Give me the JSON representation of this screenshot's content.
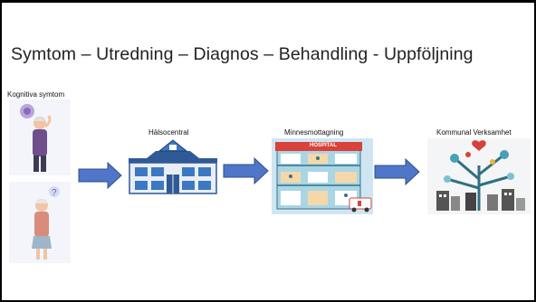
{
  "slide": {
    "title": "Symtom – Utredning – Diagnos – Behandling - Uppföljning"
  },
  "steps": [
    {
      "label": "Kognitiva symtom",
      "icon": "elderly-people-confused-icon"
    },
    {
      "label": "Hälsocentral",
      "icon": "health-center-building-icon"
    },
    {
      "label": "Minnesmottagning",
      "icon": "hospital-building-icon"
    },
    {
      "label": "Kommunal Verksamhet",
      "icon": "municipal-services-tree-icon"
    }
  ],
  "hospital_sign": "HOSPITAL",
  "colors": {
    "arrow_fill": "#4f76c8",
    "arrow_stroke": "#2f4f8a",
    "building_blue": "#3d78c2",
    "hospital_red": "#d8423a"
  }
}
